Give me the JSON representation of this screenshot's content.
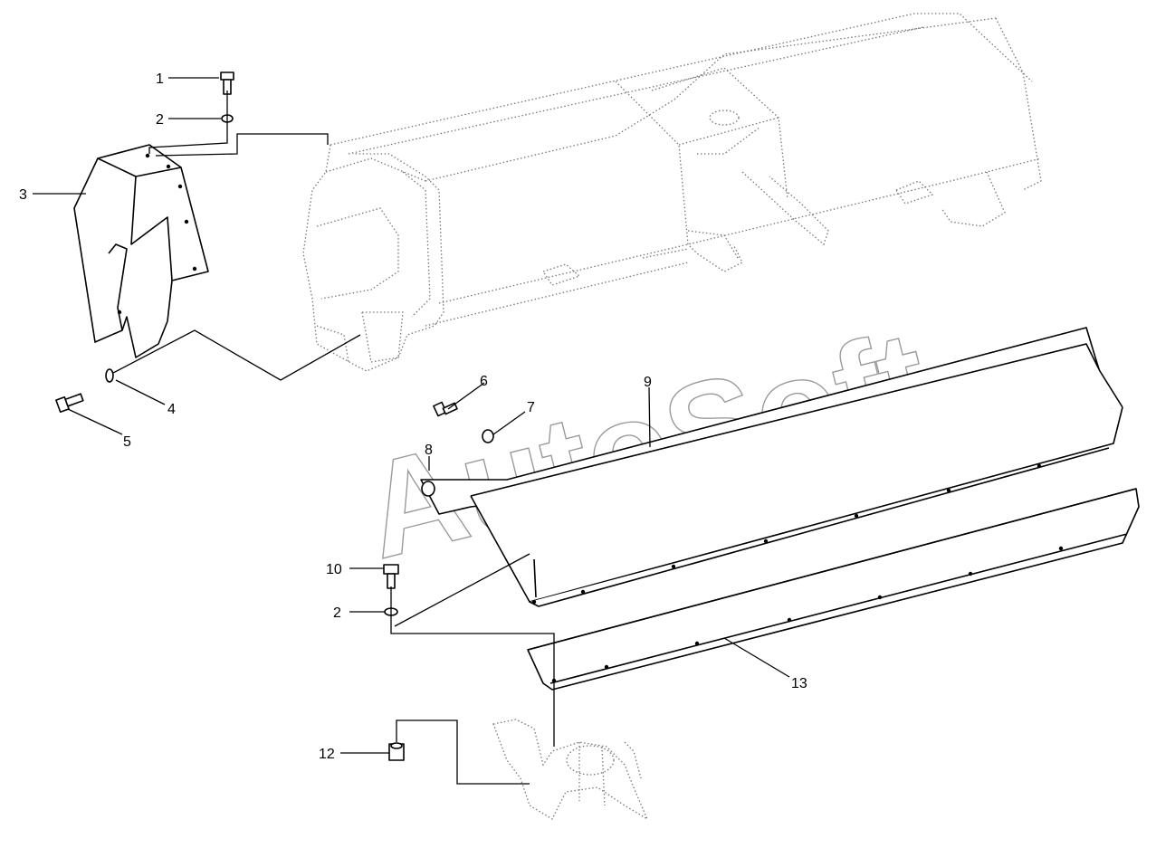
{
  "watermark": "AutoSoft",
  "callouts": {
    "c1": "1",
    "c2a": "2",
    "c3": "3",
    "c4": "4",
    "c5": "5",
    "c6": "6",
    "c7": "7",
    "c8": "8",
    "c9": "9",
    "c10": "10",
    "c2b": "2",
    "c12": "12",
    "c13": "13"
  },
  "colors": {
    "line": "#000000",
    "ghost": "#777777",
    "watermark": "#9a9a9a",
    "background": "#ffffff"
  }
}
